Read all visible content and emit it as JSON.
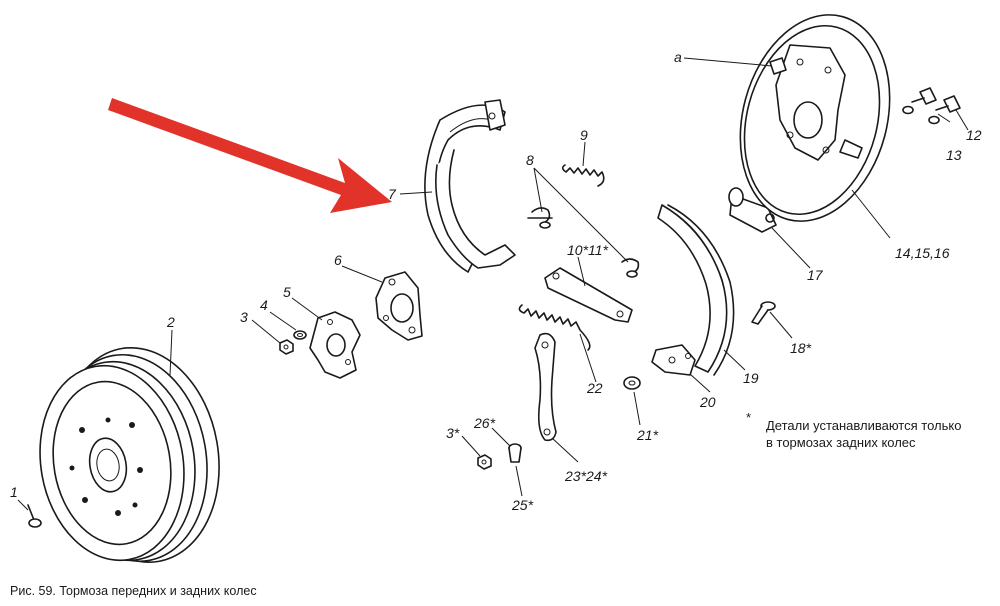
{
  "caption": "Рис. 59. Тормоза передних и задних колес",
  "note": {
    "marker": "*",
    "line1": "Детали устанавливаются только",
    "line2": "в тормозах задних колес"
  },
  "labels": {
    "a": "a",
    "p1": "1",
    "p2": "2",
    "p3": "3",
    "p3s": "3*",
    "p4": "4",
    "p5": "5",
    "p6": "6",
    "p7": "7",
    "p8": "8",
    "p9": "9",
    "p10_11": "10*11*",
    "p12": "12",
    "p13": "13",
    "p14_16": "14,15,16",
    "p17": "17",
    "p18": "18*",
    "p19": "19",
    "p20": "20",
    "p21": "21*",
    "p22": "22",
    "p23_24": "23*24*",
    "p25": "25*",
    "p26": "26*"
  },
  "colors": {
    "arrow": "#e2332a",
    "ink": "#1a1a1a",
    "background": "#ffffff"
  }
}
